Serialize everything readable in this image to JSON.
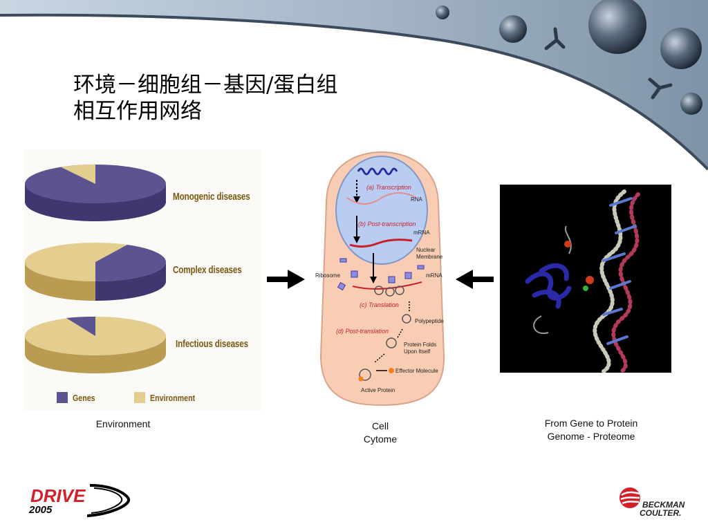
{
  "slide": {
    "title_line1": "环境－细胞组－基因/蛋白组",
    "title_line2": "相互作用网络"
  },
  "pie_panel": {
    "labels": [
      "Monogenic diseases",
      "Complex diseases",
      "Infectious diseases"
    ],
    "legend": [
      {
        "label": "Genes",
        "color": "#5c5391"
      },
      {
        "label": "Environment",
        "color": "#e3cd8f"
      }
    ],
    "caption": "Environment"
  },
  "cell_panel": {
    "steps": [
      "(a) Transcription",
      "(b) Post-transcription",
      "(c) Translation",
      "(d) Post-translation"
    ],
    "labels": {
      "rna": "RNA",
      "mrna_top": "mRNA",
      "nuclear_membrane_1": "Nuclear",
      "nuclear_membrane_2": "Membrane",
      "ribosome": "Ribosome",
      "mrna_mid": "mRNA",
      "polypeptide": "Polypeptide",
      "protein_folds_1": "Protein Folds",
      "protein_folds_2": "Upon Itself",
      "effector": "Effector Molecule",
      "active_protein": "Active Protein"
    },
    "caption_line1": "Cell",
    "caption_line2": "Cytome"
  },
  "protein_panel": {
    "caption_line1": "From Gene to Protein",
    "caption_line2": "Genome - Proteome"
  },
  "logos": {
    "drive_text": "DRIVE",
    "drive_year": "2005",
    "company_line1": "BECKMAN",
    "company_line2": "COULTER."
  },
  "colors": {
    "genes": "#5c5391",
    "environment": "#e3cd8f",
    "cell_fill": "#f9cdb4",
    "nucleus_fill": "#b9cdf2",
    "step_red": "#c8202a",
    "protein_bg": "#000000"
  }
}
